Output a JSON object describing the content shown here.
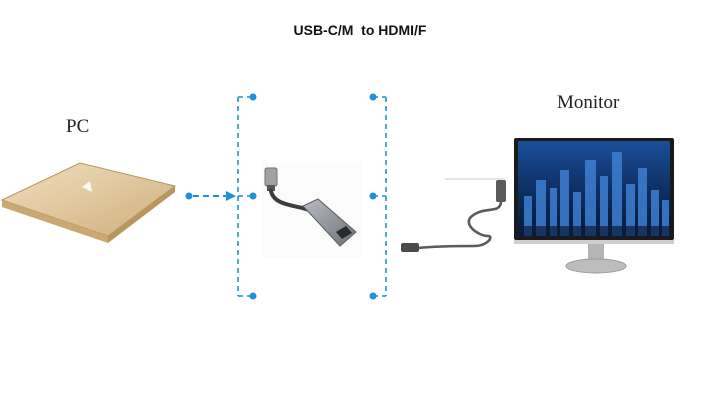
{
  "title": "USB-C/M  to HDMI/F",
  "nodes": {
    "pc": {
      "label": "PC"
    },
    "monitor": {
      "label": "Monitor"
    }
  },
  "colors": {
    "connector": "#1f8fde",
    "laptop_body": "#e2c9a0",
    "adapter": "#8a8d93",
    "cable": "#5a5a5a",
    "screen": "#0f2a52"
  }
}
